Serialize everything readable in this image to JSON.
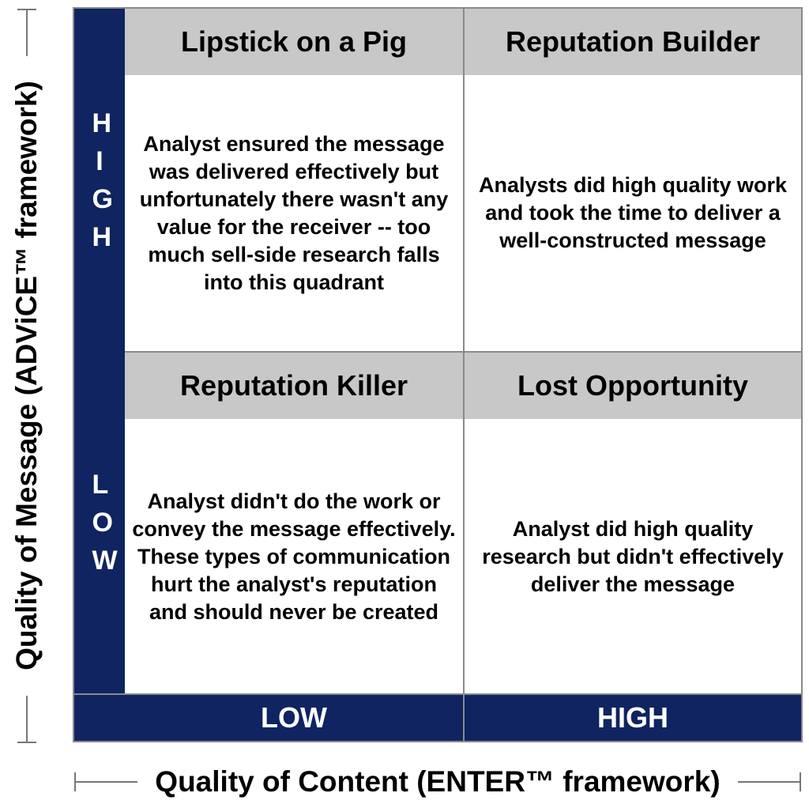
{
  "axes": {
    "y_label": "Quality of Message (ADViCE™ framework)",
    "x_label": "Quality of Content (ENTER™ framework)"
  },
  "rows": {
    "high": "HIGH",
    "low": "LOW"
  },
  "columns": {
    "low": "LOW",
    "high": "HIGH"
  },
  "quadrants": {
    "top_left": {
      "title": "Lipstick on a Pig",
      "description": "Analyst ensured the message was delivered effectively but unfortunately there wasn't any value for the receiver -- too much sell-side research falls into this quadrant"
    },
    "top_right": {
      "title": "Reputation Builder",
      "description": "Analysts did high quality work and took the time to deliver a well-constructed message"
    },
    "bottom_left": {
      "title": "Reputation Killer",
      "description": "Analyst didn't do the work or convey the message effectively.  These types of communication hurt the analyst's reputation and should never be created"
    },
    "bottom_right": {
      "title": "Lost Opportunity",
      "description": "Analyst did high quality research but didn't effectively deliver the message"
    }
  },
  "colors": {
    "navy": "#0f2460",
    "title_gray": "#c8c8c8",
    "border_gray": "#8a8a8a"
  }
}
